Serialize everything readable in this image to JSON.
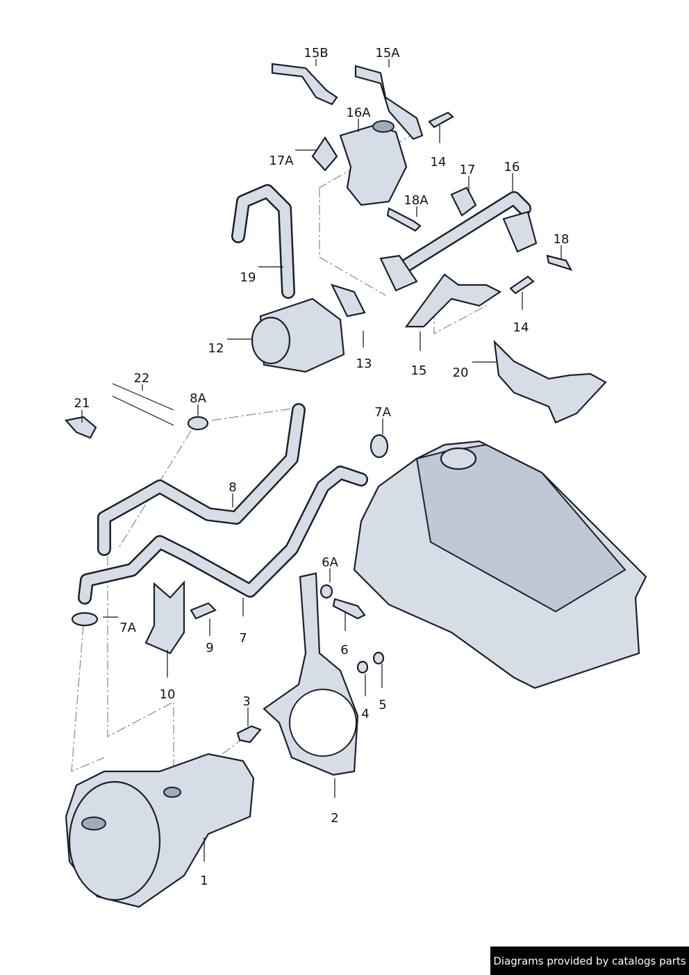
{
  "labels": [
    "15B",
    "15A",
    "16A",
    "14",
    "17A",
    "17",
    "16",
    "18A",
    "18",
    "19",
    "12",
    "13",
    "15",
    "14",
    "20",
    "22",
    "21",
    "8A",
    "7A",
    "8",
    "6A",
    "7A",
    "9",
    "7",
    "6",
    "10",
    "3",
    "4",
    "5",
    "2",
    "1"
  ],
  "footer": "Diagrams provided by catalogs parts",
  "colors": {
    "part_fill": "#d6dde6",
    "outline": "#1a1f2a",
    "dash": "#7f93aa"
  }
}
